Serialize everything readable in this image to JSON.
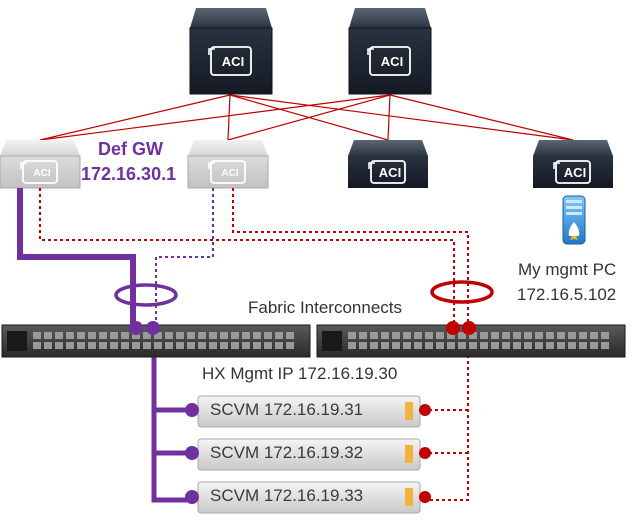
{
  "gateway": {
    "title": "Def GW",
    "ip": "172.16.30.1"
  },
  "mgmt_pc": {
    "title": "My mgmt PC",
    "ip": "172.16.5.102"
  },
  "fabric": {
    "label": "Fabric Interconnects",
    "hx_mgmt": "HX Mgmt IP 172.16.19.30"
  },
  "switches": {
    "badge": "ACI"
  },
  "scvms": [
    {
      "label": "SCVM 172.16.19.31"
    },
    {
      "label": "SCVM 172.16.19.32"
    },
    {
      "label": "SCVM 172.16.19.33"
    }
  ],
  "colors": {
    "purple": "#7030a0",
    "red": "#c00000",
    "spine_dark": "#1f2a3a",
    "leaf_light": "#d4d4d4"
  }
}
